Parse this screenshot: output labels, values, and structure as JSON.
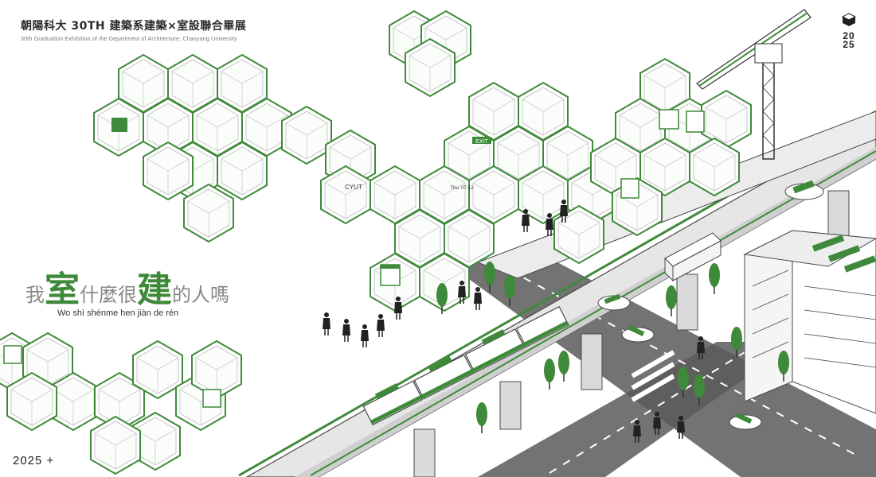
{
  "header": {
    "title": "朝陽科大 30TH 建築系建築×室設聯合畢展",
    "subtitle": "30th Graduation Exhibition of the Department of Architecture, Chaoyang University"
  },
  "badge": {
    "year_top": "20",
    "year_bottom": "25"
  },
  "slogan": {
    "char1": "我",
    "char2": "室",
    "chars3": "什麼很",
    "char4": "建",
    "chars5": "的人",
    "chars6": "嗎",
    "pinyin": "Wo shì shénme hen jiàn de rén"
  },
  "footer": {
    "year_label": "2025 +"
  },
  "signs": {
    "exit": "EXIT",
    "cyut": "CYUT",
    "thu": "Thu. 07-12"
  },
  "colors": {
    "accent": "#3f8a3a",
    "accent_light": "#e8f1e4",
    "line": "#4a4a4a",
    "road": "#5a5a5a"
  }
}
